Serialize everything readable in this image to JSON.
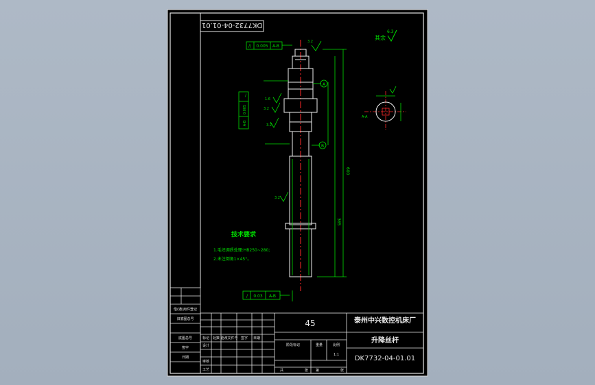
{
  "drawing": {
    "number_top": "DK7732-04-01.01",
    "roughness_other_label": "其余",
    "roughness_other_value": "6.3",
    "tech_requirements": {
      "title": "技术要求",
      "items": [
        "1.毛坯调质处理:HB250~280;",
        "2.未注倒角1×45°。"
      ]
    },
    "tolerance_frames": [
      {
        "sym": "//",
        "val": "0.005",
        "datum": "A-B"
      },
      {
        "sym": "/",
        "val": "0.005",
        "datum": "A-B"
      },
      {
        "sym": "/",
        "val": "0.03",
        "datum": "A-B"
      }
    ],
    "datums": [
      "A",
      "B"
    ],
    "roughness": [
      "3.2",
      "1.6",
      "3.2",
      "3.2",
      "3.2"
    ],
    "section_label": "A-A",
    "dims": {
      "overall": "600",
      "segment": "365"
    }
  },
  "title_block": {
    "material": "45",
    "company": "泰州中兴数控机床厂",
    "part_name": "升降丝杆",
    "part_number": "DK7732-04-01.01",
    "side_labels": [
      "借(通)用件登记",
      "旧底图总号",
      "底图总号",
      "签字",
      "日期"
    ],
    "col_headers": [
      "标记",
      "处数",
      "更改文件号",
      "签字",
      "日期"
    ],
    "row_labels": [
      "设计",
      "审核",
      "工艺"
    ],
    "stage_headers": [
      "阶段标记",
      "重量",
      "比例"
    ],
    "scale": "1:1",
    "sheet": [
      "共",
      "张",
      "第",
      "张"
    ]
  }
}
